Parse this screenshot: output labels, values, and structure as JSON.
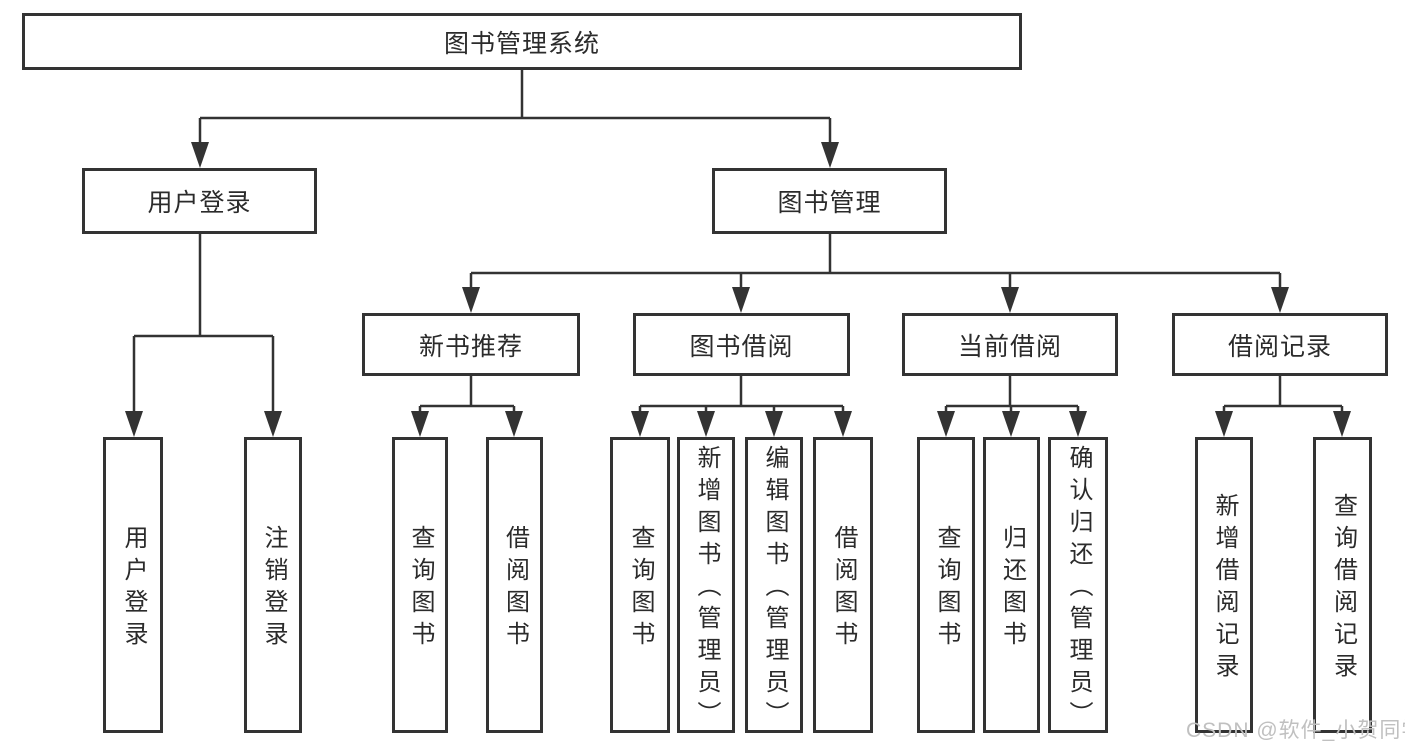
{
  "diagram": {
    "title": "图书管理系统",
    "branches": [
      {
        "label": "用户登录",
        "children": [
          "用户登录",
          "注销登录"
        ]
      },
      {
        "label": "图书管理",
        "children": [
          {
            "label": "新书推荐",
            "children": [
              "查询图书",
              "借阅图书"
            ]
          },
          {
            "label": "图书借阅",
            "children": [
              "查询图书",
              "新增图书（管理员）",
              "编辑图书（管理员）",
              "借阅图书"
            ]
          },
          {
            "label": "当前借阅",
            "children": [
              "查询图书",
              "归还图书",
              "确认归还（管理员）"
            ]
          },
          {
            "label": "借阅记录",
            "children": [
              "新增借阅记录",
              "查询借阅记录"
            ]
          }
        ]
      }
    ]
  },
  "watermark": {
    "text": "CSDN @软件_小贺同学"
  },
  "colors": {
    "line": "#333333",
    "box_border": "#333333",
    "text": "#2b2b2b",
    "watermark": "#c0c0c0",
    "background": "#ffffff"
  }
}
